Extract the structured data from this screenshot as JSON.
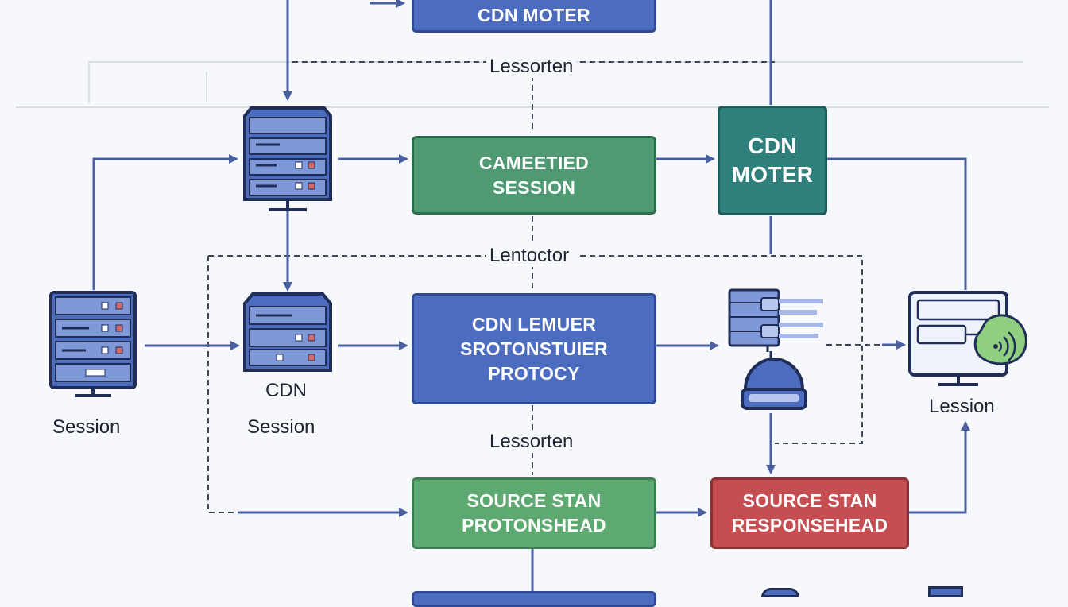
{
  "colors": {
    "blue": "#4c6cbf",
    "green": "#4f9a72",
    "teal": "#2f7f7c",
    "light_green": "#5ea872",
    "red": "#c54e52",
    "connector": "#4a5fa0"
  },
  "boxes": {
    "top": "CDN MOTER",
    "cameetied": "CAMEETIED\nSESSION",
    "cdn_moter": "CDN\nMOTER",
    "lemuer": "CDN LEMUER\nSROTONSTUIER\nPROTOCY",
    "source_proton": "SOURCE STAN\nPROTONSHEAD",
    "source_response": "SOURCE STAN\nRESPONSEHEAD"
  },
  "labels": {
    "lessorten_top": "Lessorten",
    "lentoctor": "Lentoctor",
    "lessorten_mid": "Lessorten",
    "session_left": "Session",
    "cdn_session_line1": "CDN",
    "cdn_session_line2": "Session",
    "lession": "Lession"
  },
  "icons": {
    "server_top": "server-rack-icon",
    "server_left": "server-rack-icon",
    "server_mid": "server-rack-icon",
    "network_switch": "network-switch-icon",
    "dome": "dome-camera-icon",
    "monitor_wifi": "monitor-wifi-icon"
  }
}
